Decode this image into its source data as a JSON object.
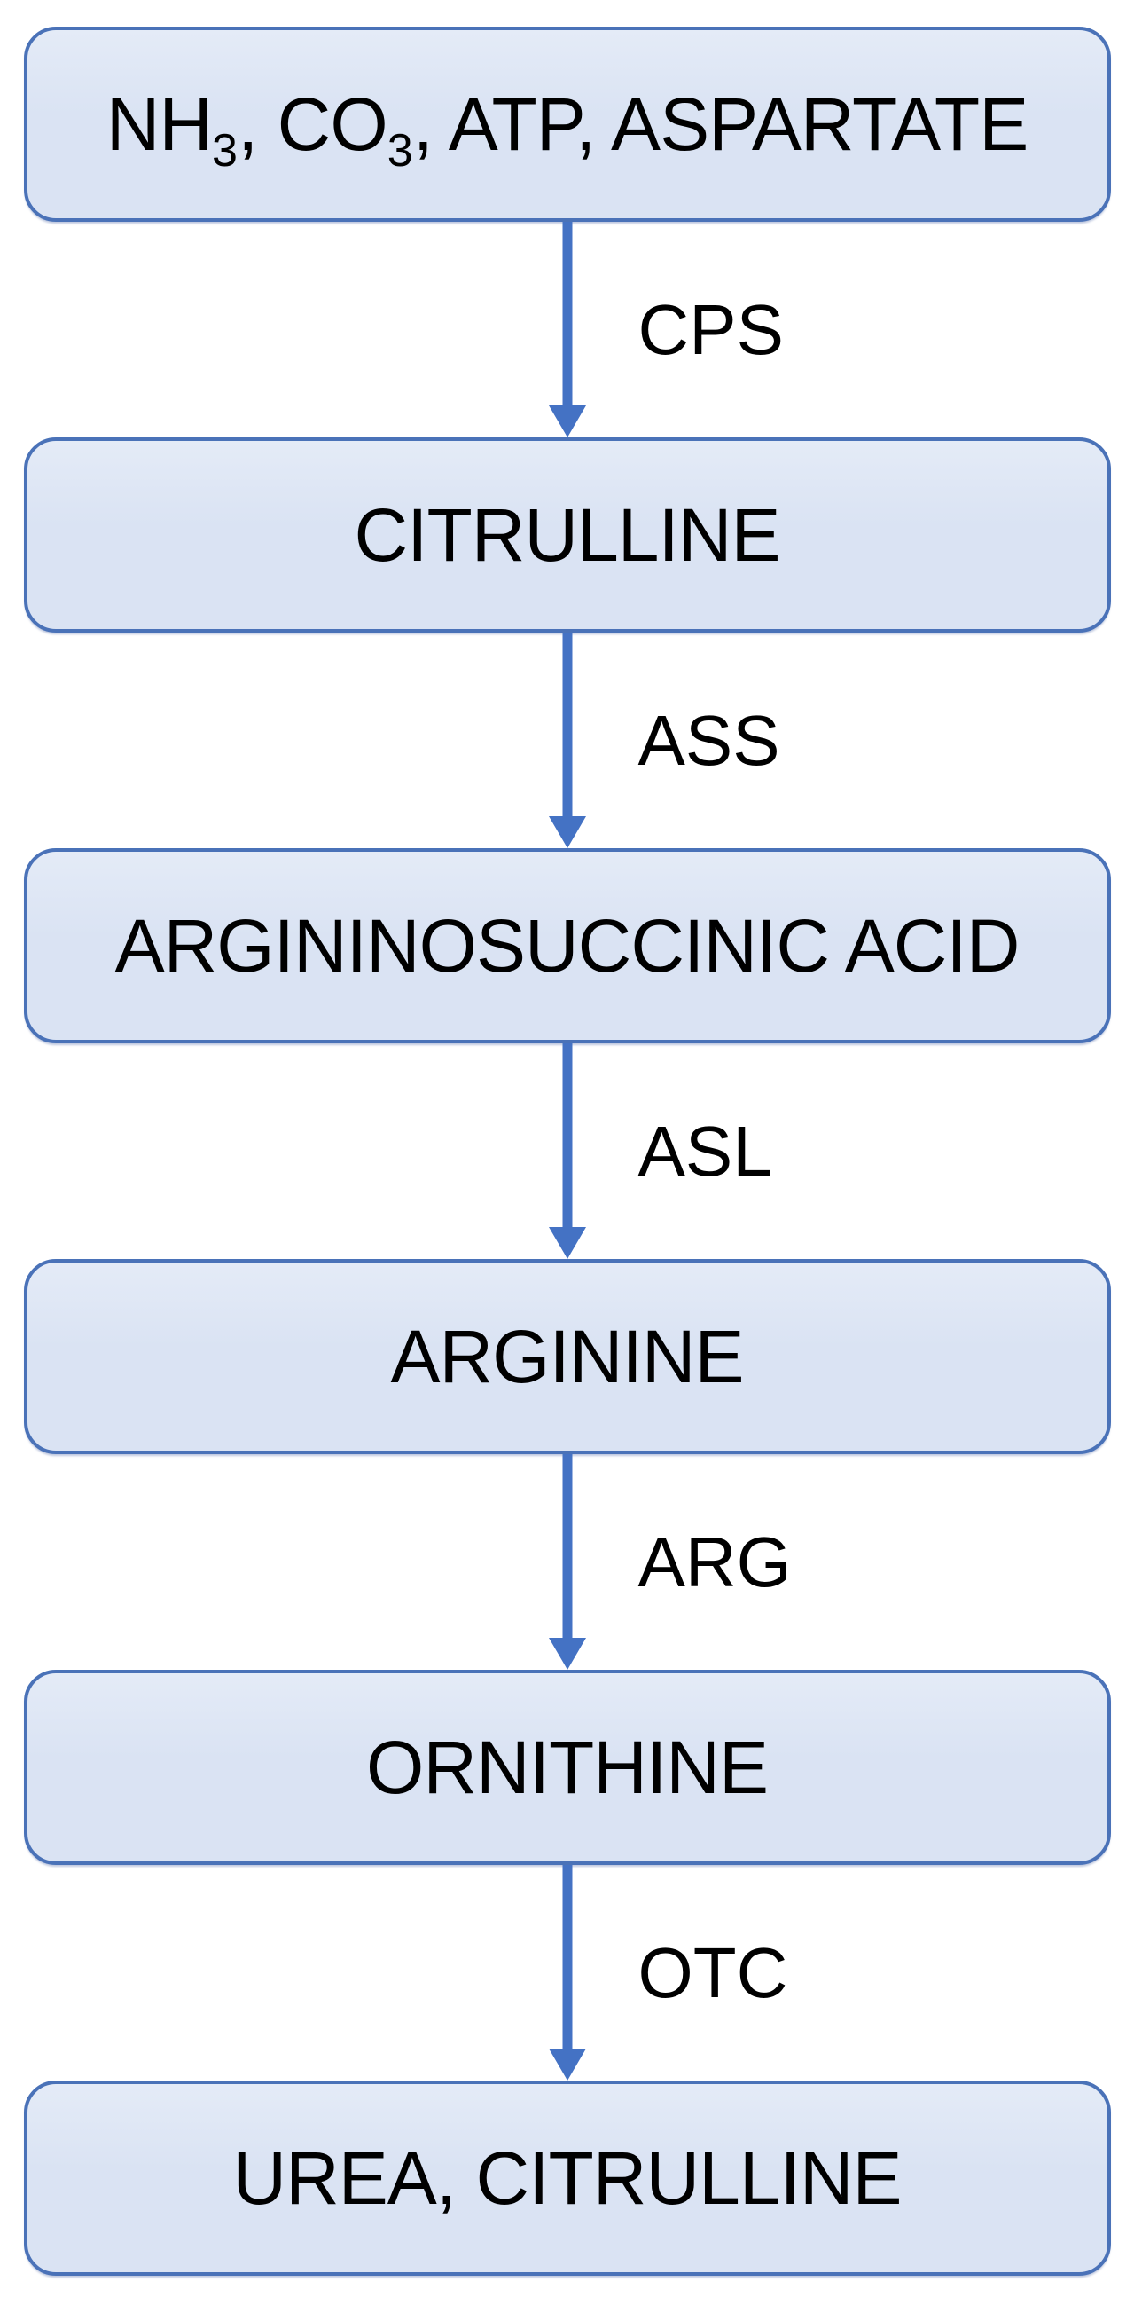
{
  "diagram": {
    "type": "flowchart",
    "direction": "top-down",
    "colors": {
      "background": "#ffffff",
      "box_fill": "#dae3f3",
      "box_border": "#4a72b8",
      "arrow": "#4472c4",
      "text": "#000000"
    },
    "nodes": [
      {
        "id": "substrates",
        "label": "NH3, CO3, ATP, ASPARTATE",
        "rich": [
          {
            "t": "NH"
          },
          {
            "t": "3",
            "sub": true
          },
          {
            "t": ", CO"
          },
          {
            "t": "3",
            "sub": true
          },
          {
            "t": ", ATP, ASPARTATE"
          }
        ]
      },
      {
        "id": "citrulline",
        "label": "CITRULLINE"
      },
      {
        "id": "argininosuccinic-acid",
        "label": "ARGININOSUCCINIC ACID"
      },
      {
        "id": "arginine",
        "label": "ARGININE"
      },
      {
        "id": "ornithine",
        "label": "ORNITHINE"
      },
      {
        "id": "urea-citrulline",
        "label": "UREA, CITRULLINE"
      }
    ],
    "arrows": [
      {
        "from": "substrates",
        "to": "citrulline",
        "enzyme": "CPS"
      },
      {
        "from": "citrulline",
        "to": "argininosuccinic-acid",
        "enzyme": "ASS"
      },
      {
        "from": "argininosuccinic-acid",
        "to": "arginine",
        "enzyme": "ASL"
      },
      {
        "from": "arginine",
        "to": "ornithine",
        "enzyme": "ARG"
      },
      {
        "from": "ornithine",
        "to": "urea-citrulline",
        "enzyme": "OTC"
      }
    ]
  }
}
